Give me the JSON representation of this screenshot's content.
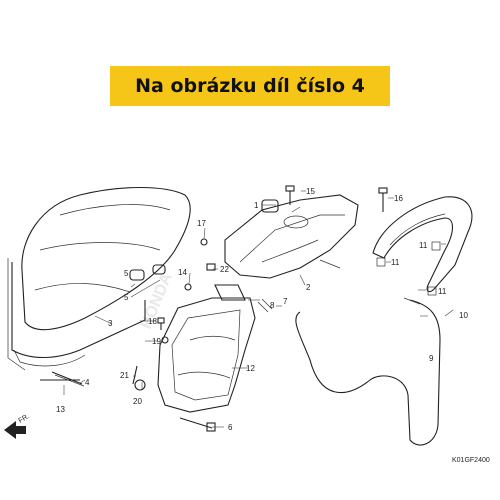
{
  "banner": {
    "text": "Na obrázku díl číslo 4",
    "background": "#f5c518"
  },
  "diagram": {
    "direction_label": "FR.",
    "drawing_code": "K01GF2400",
    "watermark": "HONDA",
    "callouts": [
      {
        "id": "c1",
        "text": "1"
      },
      {
        "id": "c2",
        "text": "2"
      },
      {
        "id": "c3",
        "text": "3"
      },
      {
        "id": "c4",
        "text": "4"
      },
      {
        "id": "c5a",
        "text": "5"
      },
      {
        "id": "c5b",
        "text": "5"
      },
      {
        "id": "c6",
        "text": "6"
      },
      {
        "id": "c7",
        "text": "7"
      },
      {
        "id": "c8",
        "text": "8"
      },
      {
        "id": "c9",
        "text": "9"
      },
      {
        "id": "c10",
        "text": "10"
      },
      {
        "id": "c11a",
        "text": "11"
      },
      {
        "id": "c11b",
        "text": "11"
      },
      {
        "id": "c11c",
        "text": "11"
      },
      {
        "id": "c12",
        "text": "12"
      },
      {
        "id": "c13",
        "text": "13"
      },
      {
        "id": "c14",
        "text": "14"
      },
      {
        "id": "c15",
        "text": "15"
      },
      {
        "id": "c16",
        "text": "16"
      },
      {
        "id": "c17",
        "text": "17"
      },
      {
        "id": "c18",
        "text": "18"
      },
      {
        "id": "c19",
        "text": "19"
      },
      {
        "id": "c20",
        "text": "20"
      },
      {
        "id": "c21",
        "text": "21"
      },
      {
        "id": "c22",
        "text": "22"
      }
    ]
  }
}
